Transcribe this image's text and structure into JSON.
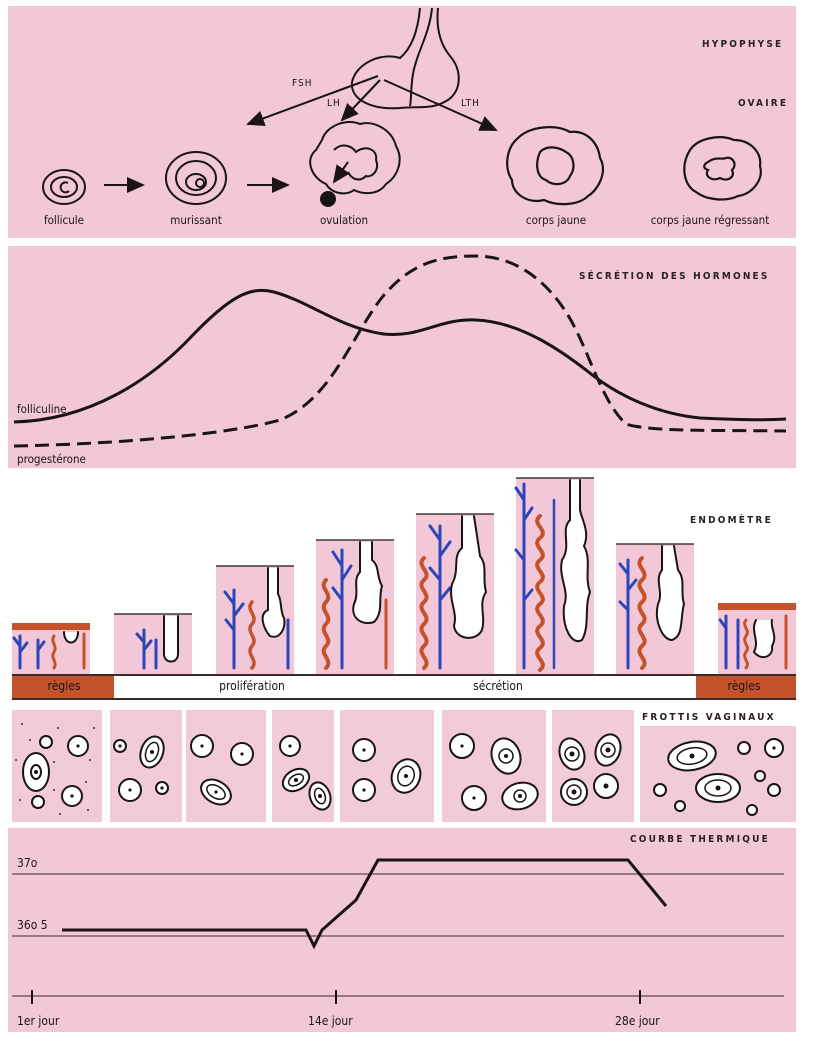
{
  "sections": {
    "hypophyse": "HYPOPHYSE",
    "ovaire": "OVAIRE",
    "hormones": "SÉCRÉTION DES HORMONES",
    "endometre": "ENDOMÈTRE",
    "frottis": "FROTTIS VAGINAUX",
    "thermique": "COURBE THERMIQUE"
  },
  "hormones_arrows": {
    "fsh": "FSH",
    "lh": "LH",
    "lth": "LTH"
  },
  "ovary_stages": [
    "follicule",
    "murissant",
    "ovulation",
    "corps jaune",
    "corps jaune régressant"
  ],
  "hormone_curves": {
    "follicle_hormone": "folliculine",
    "progesterone": "progestérone"
  },
  "endometrium_phases": {
    "regles_start": "règles",
    "proliferation": "prolifération",
    "secretion": "sécrétion",
    "regles_end": "règles"
  },
  "temperature": {
    "high_label": "37o",
    "low_label": "36o 5"
  },
  "days": {
    "day1": "1er jour",
    "day14": "14e jour",
    "day28": "28e jour"
  },
  "colors": {
    "panel": "#f2c8d8",
    "ink": "#1a1416",
    "arteries": "#c4522a",
    "veins": "#2c46b8",
    "band_red": "#c4522a"
  },
  "chart_data": {
    "type": "line",
    "title": "SÉCRÉTION DES HORMONES",
    "series": [
      {
        "name": "folliculine",
        "note": "peaks before ovulation, second smaller rise in luteal phase"
      },
      {
        "name": "progestérone",
        "style": "dashed",
        "note": "low until ovulation, peaks mid-luteal"
      }
    ]
  }
}
